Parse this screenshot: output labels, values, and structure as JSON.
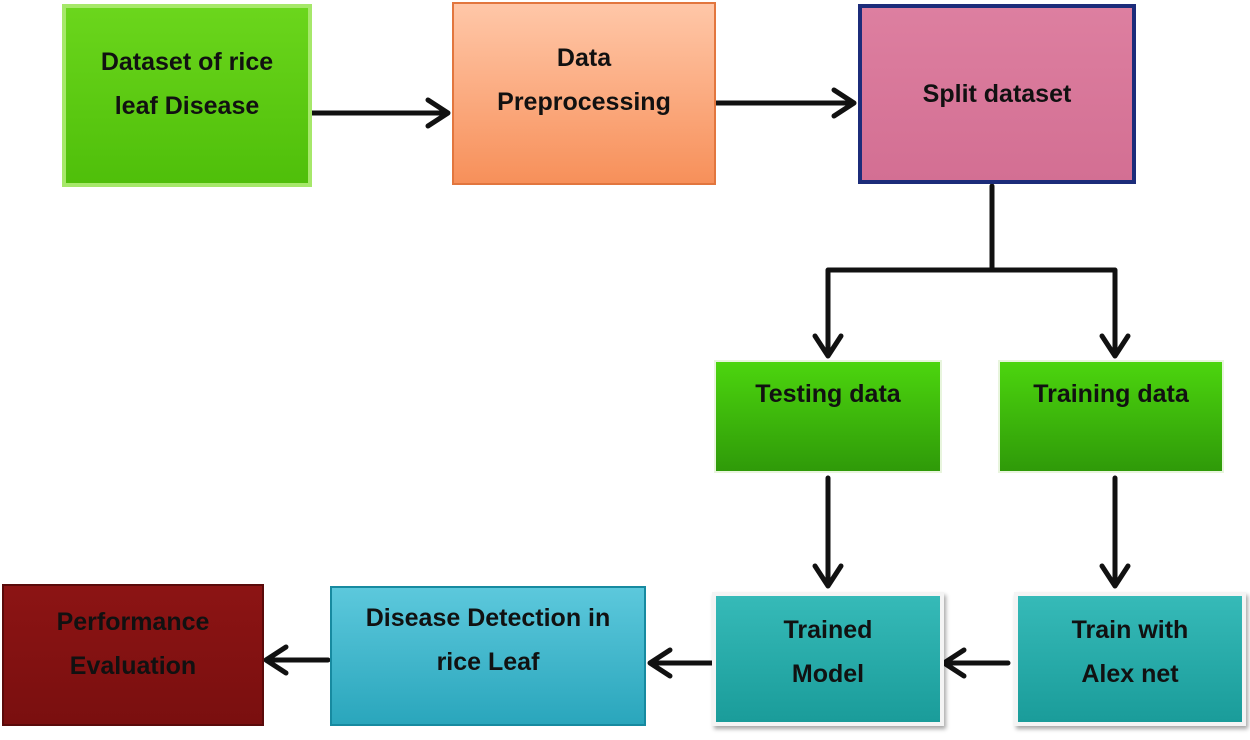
{
  "nodes": {
    "dataset": [
      "Dataset of rice",
      "leaf Disease"
    ],
    "preprocessing": [
      "Data",
      "Preprocessing"
    ],
    "split": [
      "Split dataset"
    ],
    "testing": [
      "Testing data"
    ],
    "training": [
      "Training data"
    ],
    "trained_model": [
      "Trained",
      "Model"
    ],
    "train_alexnet": [
      "Train with",
      "Alex net"
    ],
    "detection": [
      "Disease Detection in",
      "rice Leaf"
    ],
    "evaluation": [
      "Performance",
      "Evaluation"
    ]
  },
  "colors": {
    "dataset": "#4fbf0a",
    "preprocessing": "#f7905a",
    "split": "#d36f93",
    "split_border": "#1c2c7a",
    "testing_training": "#2f9a09",
    "model_boxes": "#1a9c9a",
    "detection": "#2aa6bc",
    "evaluation": "#7a0f0f",
    "arrow": "#111111"
  }
}
